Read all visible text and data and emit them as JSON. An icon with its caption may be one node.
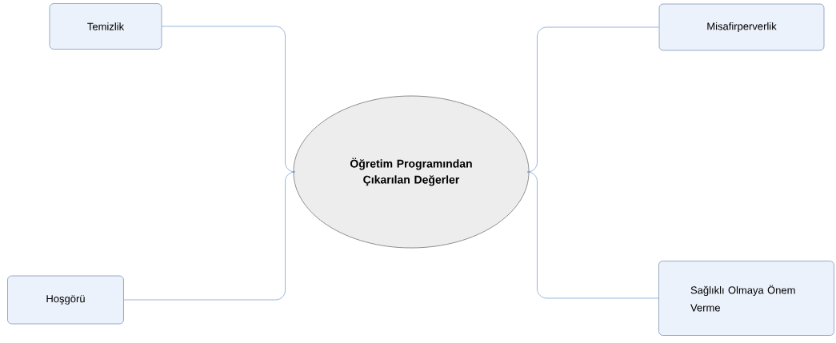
{
  "diagram": {
    "nodes": [
      {
        "text": [
          "Öğretim Programından Çıkarılan Değerler"
        ]
      },
      {
        "text": [
          "Temizlik"
        ]
      },
      {
        "text": [
          "Misafirperverlik"
        ]
      },
      {
        "text": [
          "Hoşgörü"
        ]
      },
      {
        "text": [
          "Sağlıklı Olmaya Önem Verme"
        ]
      }
    ],
    "edges": [
      {
        "from": 0,
        "to": 1,
        "arrow": "none"
      },
      {
        "from": 0,
        "to": 2,
        "arrow": "none"
      },
      {
        "from": 0,
        "to": 3,
        "arrow": "none"
      },
      {
        "from": 0,
        "to": 4,
        "arrow": "none"
      }
    ]
  }
}
